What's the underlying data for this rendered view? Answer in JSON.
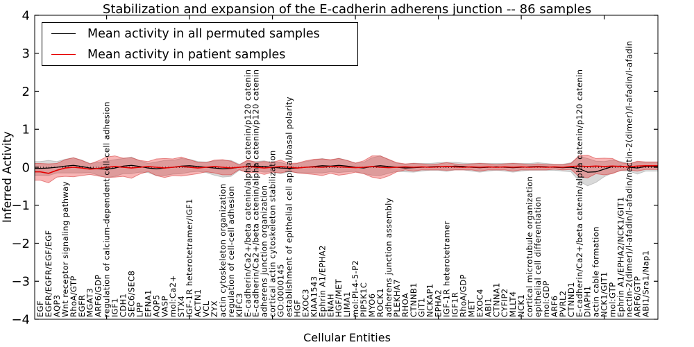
{
  "chart_data": {
    "type": "line",
    "title": "Stabilization and expansion of the E-cadherin adherens junction -- 86 samples",
    "xlabel": "Cellular Entities",
    "ylabel": "Inferred Activity",
    "ylim": [
      -4,
      4
    ],
    "y_ticks": [
      4,
      3,
      2,
      1,
      0,
      -1,
      -2,
      -3,
      -4
    ],
    "x_tick_label_rotation": 90,
    "grid": false,
    "legend_position": "upper left",
    "zero_line": {
      "style": "dotted",
      "color": "#000000",
      "value": 0
    },
    "categories": [
      "EGF",
      "EGFR/EGFR/EGF/EGF",
      "AQP3",
      "Wnt receptor signaling pathway",
      "RhoA/GTP",
      "EGFR",
      "MGAT3",
      "ARF6/GDP",
      "regulation of calcium-dependent cell-cell adhesion",
      "IGF1",
      "CDH1",
      "SEC6/SEC8",
      "LPP",
      "EFNA1",
      "AQP5",
      "VASP",
      "mol:Ca2+",
      "STX4",
      "IGF-1R heterotetramer/IGF1",
      "ACTN1",
      "VCL",
      "ZYX",
      "actin cytoskeleton organization",
      "regulation of cell-cell adhesion",
      "KIFC3",
      "E-cadherin/Ca2+/beta catenin/alpha catenin/p120 catenin",
      "E-cadherin/Ca2+/beta catenin/alpha catenin/p120 catenin",
      "adherens junction organization",
      "cortical actin cytoskeleton stabilization",
      "GO:0000145",
      "establishment of epithelial cell apical/basal polarity",
      "HGF",
      "EXOC3",
      "KIAA1543",
      "Ephrin A1/EPHA2",
      "ENAH",
      "HGF/MET",
      "LIMA1",
      "mol:PI-4-5-P2",
      "PIP5K1C",
      "MYO6",
      "ROCK1",
      "adherens junction assembly",
      "PLEKHA7",
      "RHOA",
      "CTNNB1",
      "GIT1",
      "NCKAP1",
      "EPHA2",
      "IGF-1R heterotetramer",
      "IGF1R",
      "RhoA/GDP",
      "MET",
      "EXOC4",
      "ABI1",
      "CTNNA1",
      "CYFIP2",
      "MLLT4",
      "NCK1",
      "cortical microtubule organization",
      "epithelial cell differentiation",
      "mol:GDP",
      "ARF6",
      "PVRL2",
      "CTNND1",
      "E-cadherin/Ca2+/beta catenin/alpha catenin/p120 catenin",
      "DIAPH1",
      "actin cable formation",
      "NCK1/GIT1",
      "mol:GTP",
      "Ephrin A1/EPHA2/NCK1/GIT1",
      "nectin-2(dimer)/l-afadin/l-afadin/nectin-2(dimer)/l-afadin/l-afadin",
      "ARF6/GTP",
      "ABI1/Sra1/Nap1"
    ],
    "series": [
      {
        "name": "Mean activity in all permuted samples",
        "color": "#000000",
        "band_color": "rgba(130,130,130,0.30)",
        "band_edge_color": "rgba(120,120,120,0.35)",
        "values": [
          -0.03,
          -0.02,
          0.0,
          0.03,
          0.05,
          0.02,
          -0.02,
          -0.04,
          -0.05,
          -0.02,
          0.03,
          0.05,
          0.02,
          -0.02,
          -0.04,
          -0.02,
          0.0,
          0.03,
          0.04,
          0.02,
          0.0,
          -0.02,
          -0.04,
          -0.03,
          0.0,
          0.02,
          0.03,
          0.02,
          0.0,
          -0.02,
          -0.03,
          -0.02,
          0.0,
          0.02,
          0.04,
          0.03,
          0.05,
          0.03,
          0.0,
          -0.02,
          0.02,
          0.04,
          0.02,
          0.0,
          -0.02,
          -0.01,
          0.0,
          0.01,
          0.02,
          0.01,
          0.03,
          0.02,
          0.0,
          -0.01,
          0.0,
          0.01,
          0.0,
          -0.01,
          0.0,
          0.01,
          0.02,
          0.01,
          0.0,
          -0.01,
          0.0,
          -0.04,
          -0.13,
          -0.12,
          -0.05,
          0.02,
          0.03,
          0.0,
          -0.02,
          0.02
        ],
        "band_halfwidth": [
          0.18,
          0.2,
          0.15,
          0.18,
          0.2,
          0.17,
          0.12,
          0.17,
          0.22,
          0.22,
          0.2,
          0.22,
          0.15,
          0.12,
          0.18,
          0.2,
          0.18,
          0.2,
          0.17,
          0.13,
          0.14,
          0.19,
          0.22,
          0.21,
          0.08,
          0.15,
          0.12,
          0.15,
          0.12,
          0.15,
          0.09,
          0.12,
          0.15,
          0.17,
          0.19,
          0.15,
          0.19,
          0.15,
          0.11,
          0.15,
          0.23,
          0.26,
          0.18,
          0.11,
          0.1,
          0.12,
          0.1,
          0.09,
          0.1,
          0.12,
          0.1,
          0.09,
          0.1,
          0.12,
          0.1,
          0.09,
          0.1,
          0.12,
          0.1,
          0.09,
          0.1,
          0.09,
          0.08,
          0.09,
          0.12,
          0.33,
          0.36,
          0.28,
          0.2,
          0.17,
          0.12,
          0.1,
          0.16,
          0.12
        ]
      },
      {
        "name": "Mean activity in patient samples",
        "color": "#e60000",
        "band_color": "rgba(235,30,30,0.33)",
        "band_edge_color": "rgba(210,40,40,0.50)",
        "values": [
          -0.12,
          -0.16,
          -0.08,
          -0.02,
          0.0,
          -0.02,
          -0.05,
          -0.03,
          0.0,
          0.02,
          0.0,
          -0.02,
          0.0,
          0.02,
          0.0,
          -0.02,
          0.0,
          0.02,
          0.0,
          -0.02,
          0.0,
          0.02,
          0.0,
          -0.02,
          0.0,
          0.02,
          0.0,
          -0.02,
          0.0,
          0.02,
          0.0,
          -0.02,
          0.0,
          0.01,
          0.0,
          0.02,
          0.01,
          0.0,
          -0.01,
          0.0,
          0.02,
          0.0,
          -0.01,
          0.0,
          0.01,
          0.0,
          0.01,
          0.0,
          0.01,
          0.02,
          0.01,
          0.0,
          0.01,
          0.0,
          0.01,
          0.0,
          0.01,
          0.0,
          0.01,
          0.0,
          0.01,
          0.0,
          0.01,
          0.0,
          0.02,
          0.03,
          0.02,
          0.03,
          0.02,
          0.03,
          0.02,
          0.01,
          0.03,
          0.04
        ],
        "band_halfwidth": [
          0.22,
          0.25,
          0.18,
          0.22,
          0.25,
          0.2,
          0.14,
          0.2,
          0.27,
          0.28,
          0.24,
          0.27,
          0.18,
          0.13,
          0.22,
          0.25,
          0.22,
          0.25,
          0.2,
          0.15,
          0.12,
          0.17,
          0.2,
          0.18,
          0.06,
          0.17,
          0.13,
          0.17,
          0.13,
          0.17,
          0.1,
          0.13,
          0.17,
          0.2,
          0.22,
          0.18,
          0.22,
          0.18,
          0.12,
          0.17,
          0.28,
          0.3,
          0.22,
          0.12,
          0.08,
          0.1,
          0.08,
          0.07,
          0.08,
          0.1,
          0.08,
          0.07,
          0.08,
          0.1,
          0.08,
          0.07,
          0.08,
          0.1,
          0.08,
          0.07,
          0.08,
          0.07,
          0.06,
          0.07,
          0.08,
          0.28,
          0.3,
          0.2,
          0.22,
          0.2,
          0.1,
          0.08,
          0.13,
          0.1
        ]
      }
    ]
  }
}
